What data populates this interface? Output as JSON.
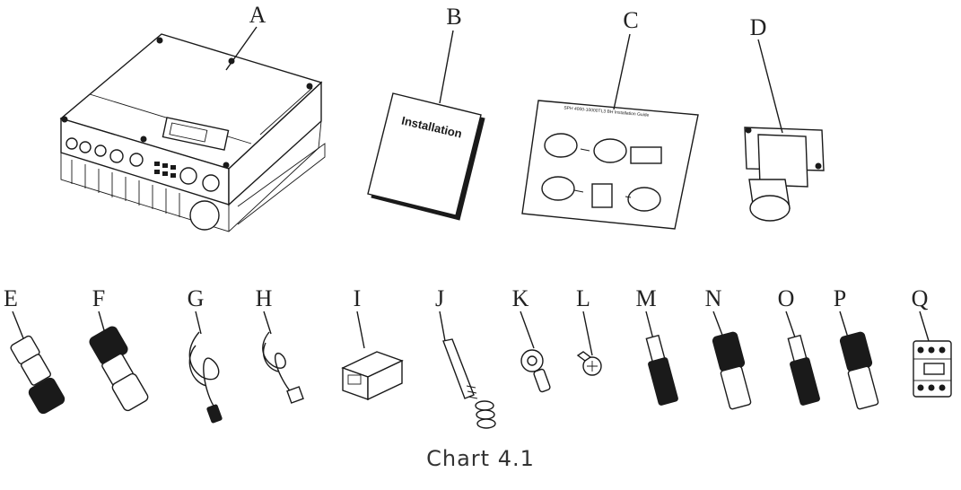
{
  "caption": "Chart 4.1",
  "labels": [
    "A",
    "B",
    "C",
    "D",
    "E",
    "F",
    "G",
    "H",
    "I",
    "J",
    "K",
    "L",
    "M",
    "N",
    "O",
    "P",
    "Q"
  ],
  "manual_title": "Installation",
  "guide_title": "SPH 4000-10000TL3 BH Installation Guide",
  "colors": {
    "ink": "#1a1a1a",
    "background": "#ffffff"
  }
}
